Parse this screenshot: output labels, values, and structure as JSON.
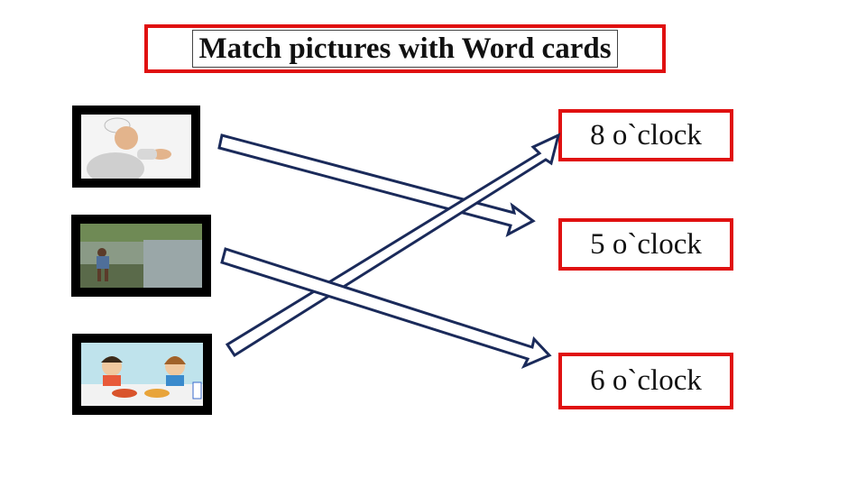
{
  "title": "Match pictures with Word cards",
  "word_cards": [
    {
      "label": "8 o`clock"
    },
    {
      "label": "5 o`clock"
    },
    {
      "label": "6 o`clock"
    }
  ],
  "pictures": [
    {
      "icon": "boy-praying-icon"
    },
    {
      "icon": "farmer-rice-field-icon"
    },
    {
      "icon": "kids-eating-breakfast-icon"
    }
  ],
  "colors": {
    "card_border": "#e01010",
    "arrow_stroke": "#1a2a5a",
    "frame": "#000000"
  }
}
